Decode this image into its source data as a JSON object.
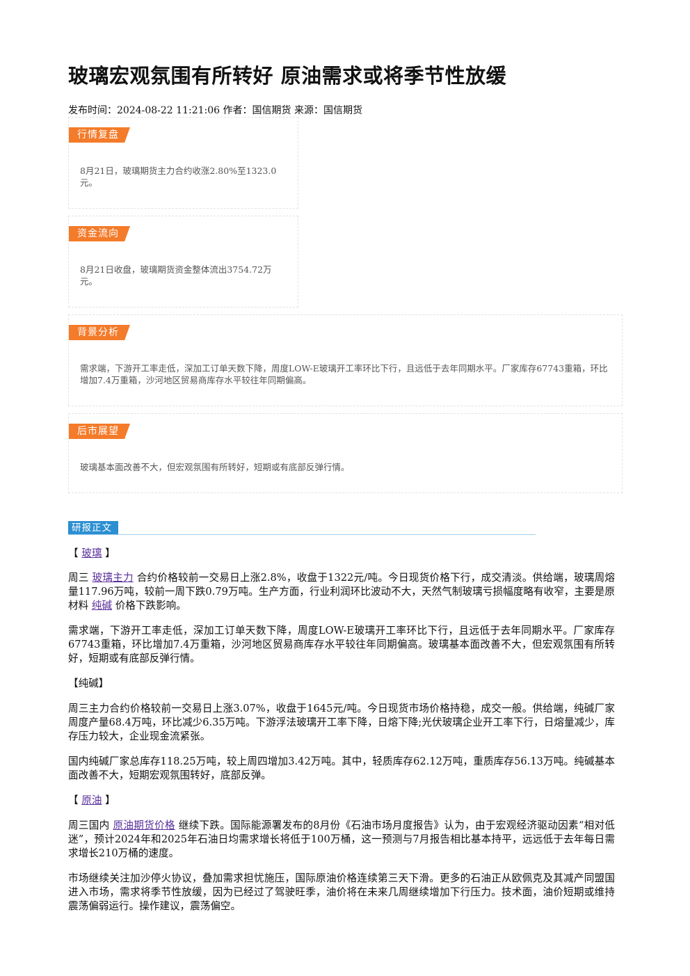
{
  "article": {
    "title": "玻璃宏观氛围有所转好 原油需求或将季节性放缓",
    "meta": "发布时间：2024-08-22 11:21:06 作者：国信期货 来源：国信期货"
  },
  "summary": {
    "market_review": {
      "label": "行情复盘",
      "text": "8月21日，玻璃期货主力合约收涨2.80%至1323.0元。"
    },
    "capital_flow": {
      "label": "资金流向",
      "text": "8月21日收盘，玻璃期货资金整体流出3754.72万元。"
    },
    "background": {
      "label": "背景分析",
      "text": "需求端，下游开工率走低，深加工订单天数下降，周度LOW-E玻璃开工率环比下行，且远低于去年同期水平。厂家库存67743重箱，环比增加7.4万重箱，沙河地区贸易商库存水平较往年同期偏高。"
    },
    "outlook": {
      "label": "后市展望",
      "text": "玻璃基本面改善不大，但宏观氛围有所转好，短期或有底部反弹行情。"
    }
  },
  "report": {
    "label": "研报正文",
    "glass": {
      "bracket_open": "【",
      "link": "玻璃",
      "bracket_close": "】",
      "p1_prefix": "周三",
      "p1_link1": "玻璃主力",
      "p1_mid": "合约价格较前一交易日上涨2.8%，收盘于1322元/吨。今日现货价格下行，成交清淡。供给端，玻璃周熔量117.96万吨，较前一周下跌0.79万吨。生产方面，行业利润环比波动不大，天然气制玻璃亏损幅度略有收窄，主要是原材料",
      "p1_link2": "纯碱",
      "p1_suffix": "价格下跌影响。",
      "p2": "需求端，下游开工率走低，深加工订单天数下降，周度LOW-E玻璃开工率环比下行，且远低于去年同期水平。厂家库存67743重箱，环比增加7.4万重箱，沙河地区贸易商库存水平较往年同期偏高。玻璃基本面改善不大，但宏观氛围有所转好，短期或有底部反弹行情。"
    },
    "soda": {
      "heading": "【纯碱】",
      "p1": "周三主力合约价格较前一交易日上涨3.07%，收盘于1645元/吨。今日现货市场价格持稳，成交一般。供给端，纯碱厂家周度产量68.4万吨，环比减少6.35万吨。下游浮法玻璃开工率下降，日熔下降;光伏玻璃企业开工率下行，日熔量减少，库存压力较大，企业现金流紧张。",
      "p2": "国内纯碱厂家总库存118.25万吨，较上周四增加3.42万吨。其中，轻质库存62.12万吨，重质库存56.13万吨。纯碱基本面改善不大，短期宏观氛围转好，底部反弹。"
    },
    "crude": {
      "bracket_open": "【",
      "link": "原油",
      "bracket_close": "】",
      "p1_prefix": "周三国内",
      "p1_link": "原油期货价格",
      "p1_suffix": "继续下跌。国际能源署发布的8月份《石油市场月度报告》认为，由于宏观经济驱动因素“相对低迷”，预计2024年和2025年石油日均需求增长将低于100万桶，这一预测与7月报告相比基本持平，远远低于去年每日需求增长210万桶的速度。",
      "p2": "市场继续关注加沙停火协议，叠加需求担忧施压，国际原油价格连续第三天下滑。更多的石油正从欧佩克及其减产同盟国进入市场，需求将季节性放缓，因为已经过了驾驶旺季，油价将在未来几周继续增加下行压力。技术面，油价短期或维持震荡偏弱运行。操作建议，震荡偏空。"
    }
  }
}
